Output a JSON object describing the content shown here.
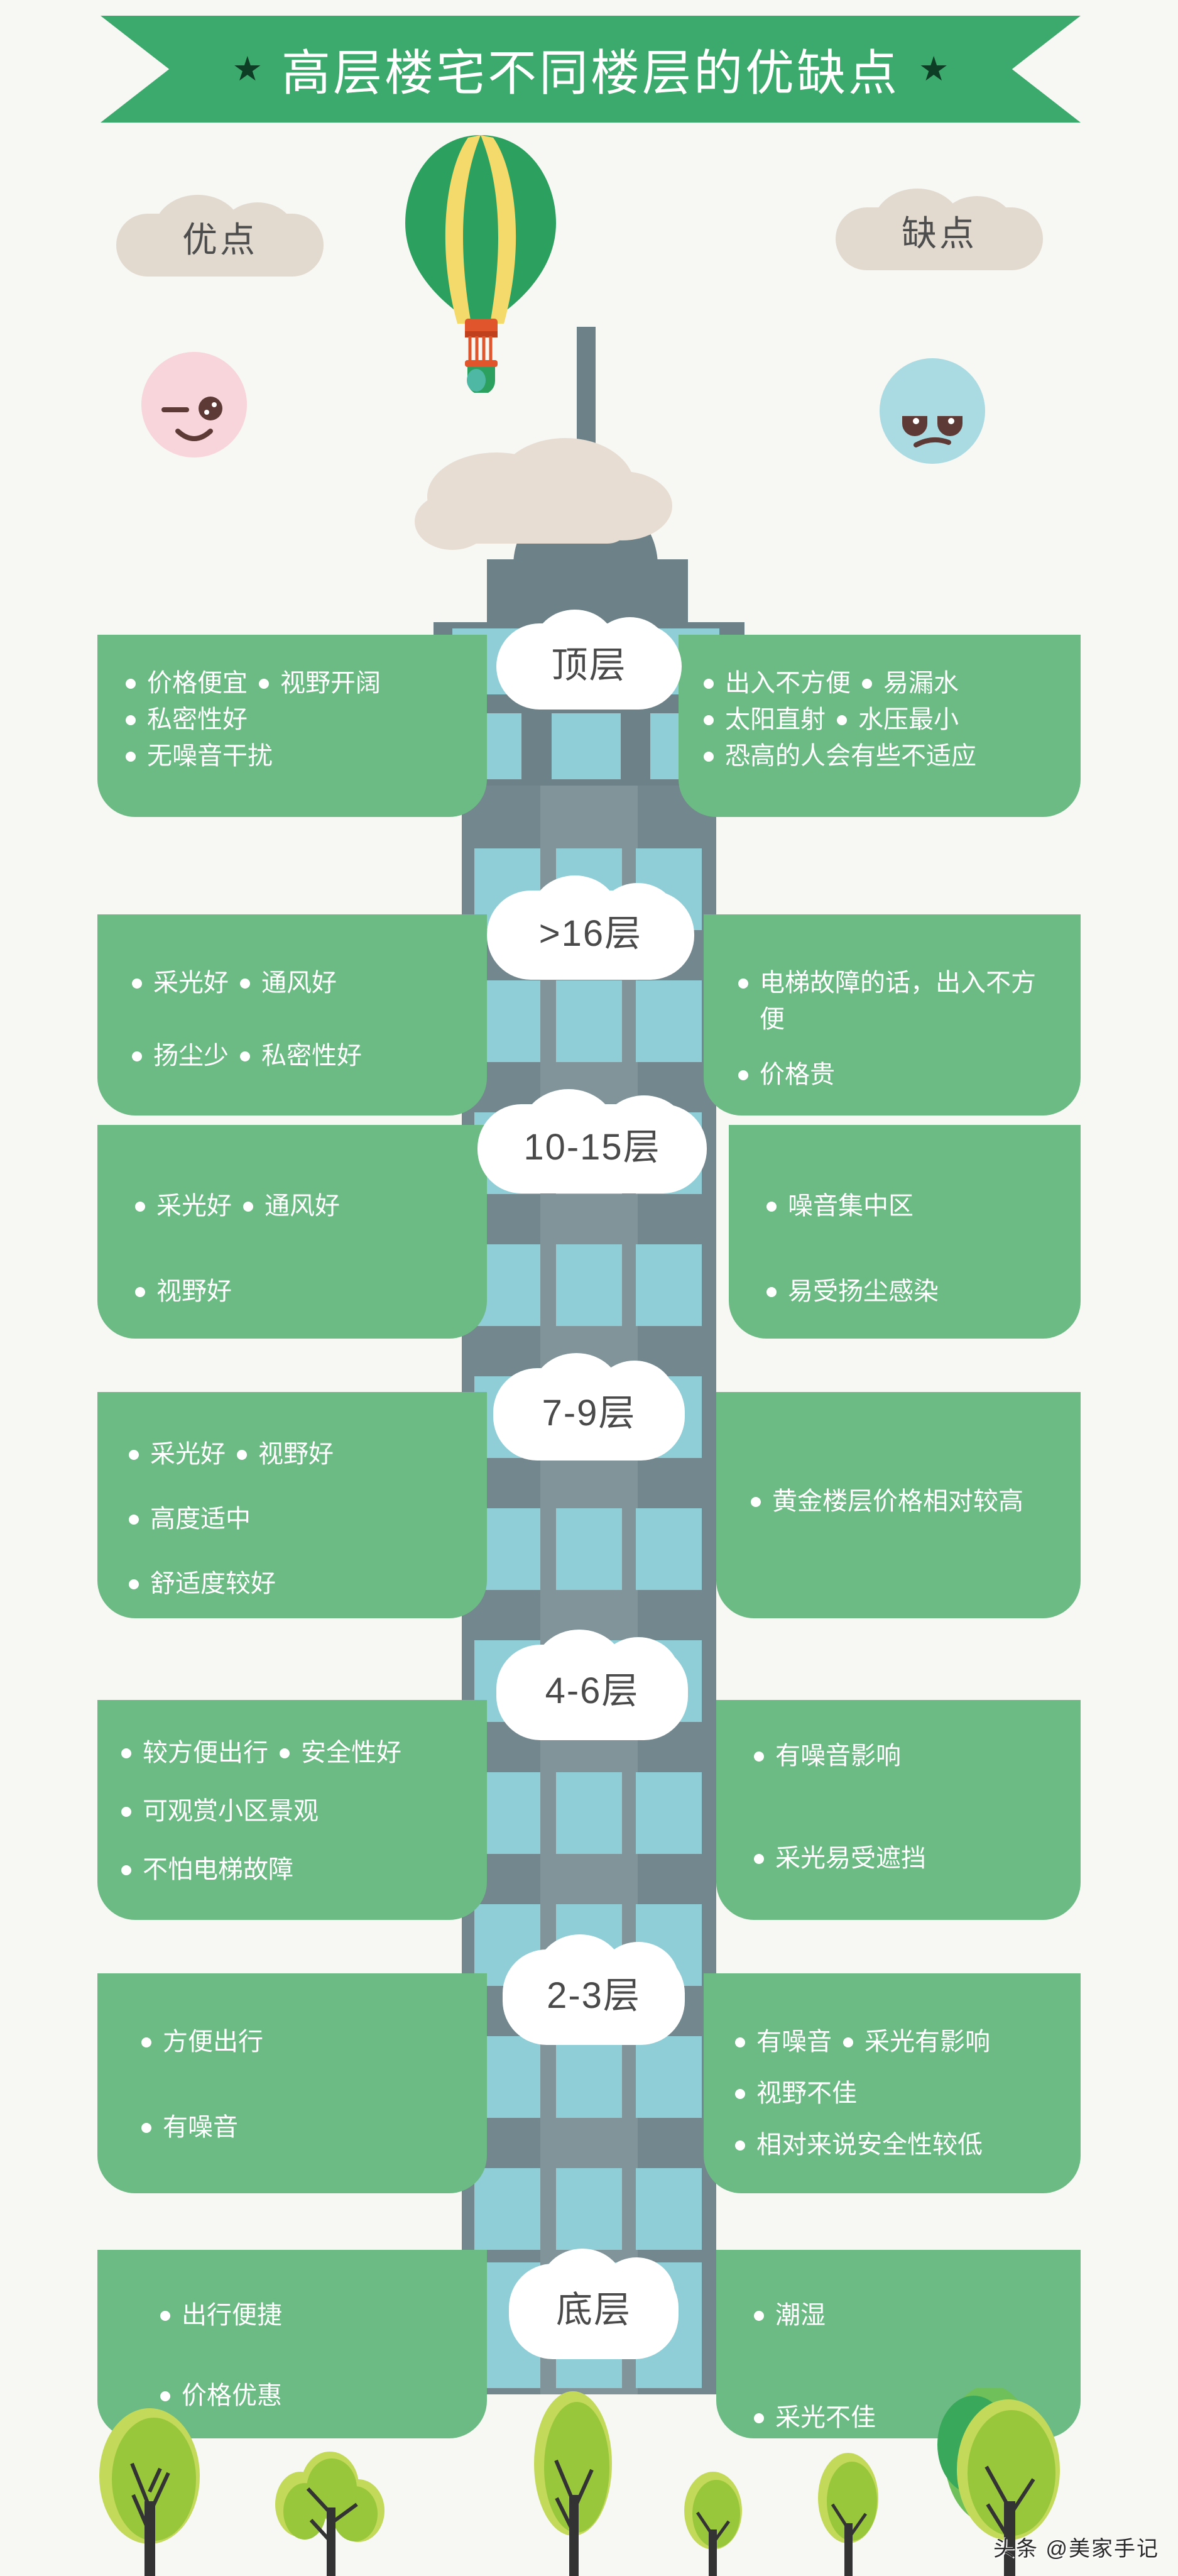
{
  "header": {
    "title": "高层楼宅不同楼层的优缺点",
    "star_glyph": "★",
    "banner_color": "#3daa6d",
    "star_color": "#0d3d25"
  },
  "legend": {
    "pros_label": "优点",
    "cons_label": "缺点",
    "pros_face_color": "#f8d5da",
    "cons_face_color": "#abdbe2",
    "cloud_color": "#e2dacf"
  },
  "palette": {
    "background": "#f7f7f3",
    "panel_green": "#6cba84",
    "building_gray": "#6d8288",
    "window_teal": "#8fcdd7",
    "dark_green": "#0d7a4f",
    "balloon_green": "#2ba05f",
    "balloon_yellow": "#f4da6b",
    "balloon_orange": "#e0552b",
    "tree_green": "#a0c93b",
    "tree_trunk": "#333333"
  },
  "floors": [
    {
      "label": "顶层",
      "pros": [
        "价格便宜",
        "视野开阔",
        "私密性好",
        "无噪音干扰"
      ],
      "pros_rows": [
        [
          "价格便宜",
          "视野开阔"
        ],
        [
          "私密性好"
        ],
        [
          "无噪音干扰"
        ]
      ],
      "cons": [
        "出入不方便",
        "易漏水",
        "太阳直射",
        "水压最小",
        "恐高的人会有些不适应"
      ],
      "cons_rows": [
        [
          "出入不方便",
          "易漏水"
        ],
        [
          "太阳直射",
          "水压最小"
        ],
        [
          "恐高的人会有些不适应"
        ]
      ]
    },
    {
      "label": ">16层",
      "pros": [
        "采光好",
        "通风好",
        "扬尘少",
        "私密性好"
      ],
      "pros_rows": [
        [
          "采光好",
          "通风好"
        ],
        [
          "扬尘少",
          "私密性好"
        ]
      ],
      "cons": [
        "电梯故障的话，出入不方便",
        "价格贵"
      ],
      "cons_rows": [
        [
          "电梯故障的话，出入不方便"
        ],
        [
          "价格贵"
        ]
      ]
    },
    {
      "label": "10-15层",
      "pros": [
        "采光好",
        "通风好",
        "视野好"
      ],
      "pros_rows": [
        [
          "采光好",
          "通风好"
        ],
        [
          "视野好"
        ]
      ],
      "cons": [
        "噪音集中区",
        "易受扬尘感染"
      ],
      "cons_rows": [
        [
          "噪音集中区"
        ],
        [
          "易受扬尘感染"
        ]
      ]
    },
    {
      "label": "7-9层",
      "pros": [
        "采光好",
        "视野好",
        "高度适中",
        "舒适度较好"
      ],
      "pros_rows": [
        [
          "采光好",
          "视野好"
        ],
        [
          "高度适中"
        ],
        [
          "舒适度较好"
        ]
      ],
      "cons": [
        "黄金楼层价格相对较高"
      ],
      "cons_rows": [
        [
          "黄金楼层价格相对较高"
        ]
      ]
    },
    {
      "label": "4-6层",
      "pros": [
        "较方便出行",
        "安全性好",
        "可观赏小区景观",
        "不怕电梯故障"
      ],
      "pros_rows": [
        [
          "较方便出行",
          "安全性好"
        ],
        [
          "可观赏小区景观"
        ],
        [
          "不怕电梯故障"
        ]
      ],
      "cons": [
        "有噪音影响",
        "采光易受遮挡"
      ],
      "cons_rows": [
        [
          "有噪音影响"
        ],
        [
          "采光易受遮挡"
        ]
      ]
    },
    {
      "label": "2-3层",
      "pros": [
        "方便出行",
        "有噪音"
      ],
      "pros_rows": [
        [
          "方便出行"
        ],
        [
          "有噪音"
        ]
      ],
      "cons": [
        "有噪音",
        "采光有影响",
        "视野不佳",
        "相对来说安全性较低"
      ],
      "cons_rows": [
        [
          "有噪音",
          "采光有影响"
        ],
        [
          "视野不佳"
        ],
        [
          "相对来说安全性较低"
        ]
      ]
    },
    {
      "label": "底层",
      "pros": [
        "出行便捷",
        "价格优惠"
      ],
      "pros_rows": [
        [
          "出行便捷"
        ],
        [
          "价格优惠"
        ]
      ],
      "cons": [
        "潮湿",
        "采光不佳"
      ],
      "cons_rows": [
        [
          "潮湿"
        ],
        [
          "采光不佳"
        ]
      ]
    }
  ],
  "footer": {
    "watermark": "头条 @美家手记"
  }
}
